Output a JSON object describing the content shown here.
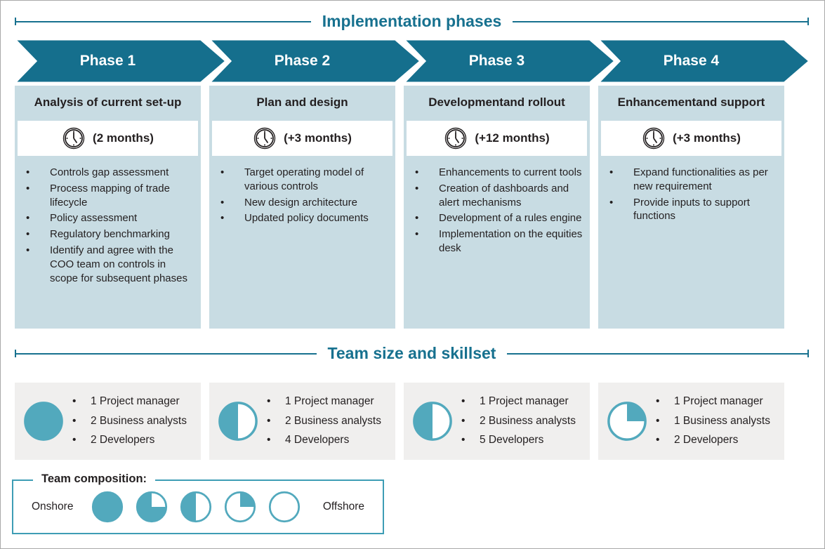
{
  "colors": {
    "teal_dark": "#156f8d",
    "teal_light": "#52a9bd",
    "band_blue": "#c8dce3",
    "box_gray": "#f0efee",
    "text_dark": "#231f20",
    "legend_border": "#3e9db5"
  },
  "header": {
    "implementation_title": "Implementation phases",
    "team_title": "Team size and skillset"
  },
  "icons": {
    "duration": "clock-icon",
    "team_size": "pie-icon"
  },
  "phases": [
    {
      "label": "Phase 1",
      "subtitle": "Analysis of current set-up",
      "duration": "(2 months)",
      "bullets": [
        "Controls gap assessment",
        "Process mapping of trade lifecycle",
        "Policy assessment",
        "Regulatory benchmarking",
        "Identify and agree with the COO team on controls in scope for subsequent phases"
      ]
    },
    {
      "label": "Phase 2",
      "subtitle": "Plan and design",
      "duration": "(+3 months)",
      "bullets": [
        "Target operating model of various controls",
        "New design architecture",
        "Updated policy documents"
      ]
    },
    {
      "label": "Phase 3",
      "subtitle": "Developmentand rollout",
      "duration": "(+12 months)",
      "bullets": [
        "Enhancements to current tools",
        "Creation of dashboards and alert mechanisms",
        "Development of a rules engine",
        "Implementation on the equities desk"
      ]
    },
    {
      "label": "Phase 4",
      "subtitle": "Enhancementand support",
      "duration": "(+3 months)",
      "bullets": [
        "Expand functionalities as per new requirement",
        "Provide inputs to support functions"
      ]
    }
  ],
  "teams": [
    {
      "onshore_fraction": 1,
      "members": [
        "1 Project manager",
        "2 Business analysts",
        "2 Developers"
      ]
    },
    {
      "onshore_fraction": 0.5,
      "members": [
        "1 Project manager",
        "2 Business analysts",
        "4 Developers"
      ]
    },
    {
      "onshore_fraction": 0.5,
      "members": [
        "1 Project manager",
        "2 Business analysts",
        "5 Developers"
      ]
    },
    {
      "onshore_fraction": 0.25,
      "members": [
        "1 Project manager",
        "1 Business analysts",
        "2 Developers"
      ]
    }
  ],
  "legend": {
    "title": "Team composition:",
    "left_label": "Onshore",
    "right_label": "Offshore",
    "pie_fractions": [
      1,
      0.75,
      0.5,
      0.25,
      0
    ]
  }
}
